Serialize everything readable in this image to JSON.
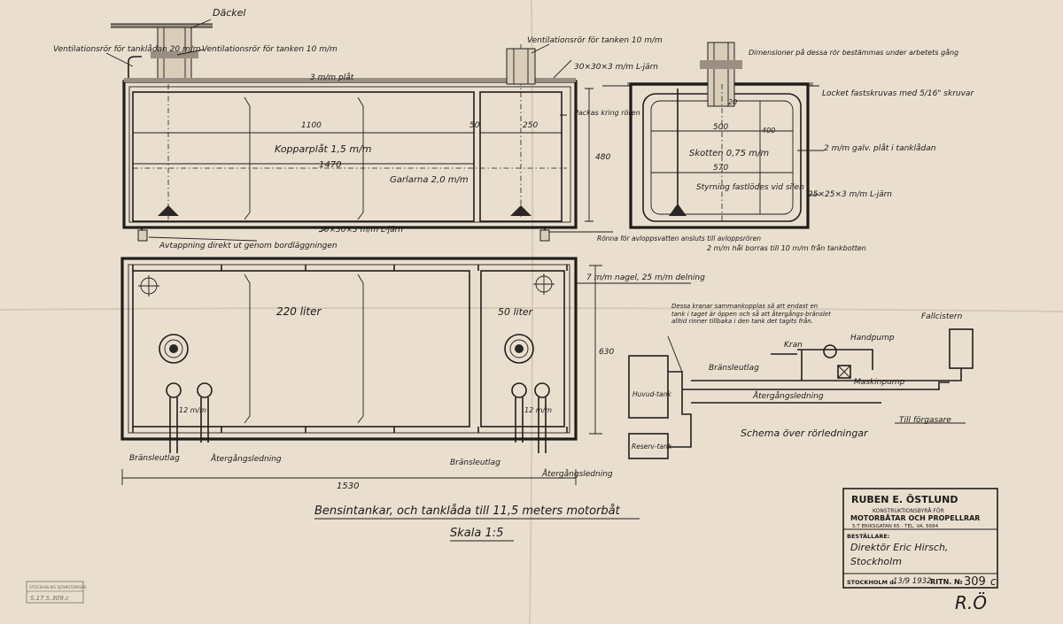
{
  "labels": {
    "deckel": "Däckel",
    "vent_lada": "Ventilationsrör för tanklådan 20 m/m",
    "vent_tank_left": "Ventilationsrör för tanken 10 m/m",
    "vent_tank_right": "Ventilationsrör för tanken 10 m/m",
    "plat3": "3 m/m plåt",
    "ljarn_top": "30×30×3 m/m L-järn",
    "packas": "Packas kring rören",
    "dim1100": "1100",
    "dim50": "50",
    "dim250": "250",
    "koppar": "Kopparplåt 1,5 m/m",
    "dim1470": "1470",
    "garlarna": "Garlarna 2,0 m/m",
    "dim480": "480",
    "ljarn_bottom": "30×30×3 m/m L-järn",
    "avtappning": "Avtappning direkt ut genom bordläggningen",
    "ronna": "Rönna för avloppsvatten ansluts till avloppsrören",
    "dimensioner": "Dimensioner på dessa rör bestämmas under arbetets gång",
    "locket": "Locket fastskruvas med 5/16\" skruvar",
    "dim500": "500",
    "dim20": "20",
    "dim400": "400",
    "skotten": "Skotten 0,75 m/m",
    "dim570": "570",
    "galv": "2 m/m galv. plåt i tanklådan",
    "ljarn_side": "25×25×3 m/m L-järn",
    "styrning": "Styrning fastlödes vid silen",
    "hal": "2 m/m hål borras till 10 m/m från tankbotten",
    "nagel": "7 m/m nagel, 25 m/m delning",
    "liter220": "220 liter",
    "liter50": "50 liter",
    "dim630": "630",
    "mm12a": "12 m/m",
    "mm12b": "12 m/m",
    "bransleutlag_l": "Bränsleutlag",
    "atergang_l": "Återgångsledning",
    "bransleutlag_r": "Bränsleutlag",
    "atergang_r": "Återgångsledning",
    "dim1530": "1530",
    "schema_note": "Dessa kranar sammankopplas så att endast en tank i taget är öppen och så att återgångs-bränslet alltid rinner tillbaka i den tank det tagits från.",
    "fallcistern": "Fallcistern",
    "kran": "Kran",
    "handpump": "Handpump",
    "bransleutlag_s": "Bränsleutlag",
    "maskinpump": "Maskinpump",
    "huvudtank": "Huvud-tank",
    "atergang_s": "Återgångsledning",
    "reservtank": "Reserv-tank",
    "forgasare": "Till förgasare",
    "schema_title": "Schema över rörledningar",
    "main_title": "Bensintankar, och tanklåda till 11,5 meters motorbåt",
    "skala": "Skala 1:5"
  },
  "title_block": {
    "firm": "RUBEN E. ÖSTLUND",
    "line1": "KONSTRUKTIONSBYRÅ FÖR",
    "line2": "MOTORBÅTAR OCH PROPELLRAR",
    "address": "S:T ERIKSGATAN 65 - TEL. VA. 5684",
    "bestallare_label": "BESTÄLLARE:",
    "client1": "Direktör Eric Hirsch,",
    "client2": "Stockholm",
    "city_date_label": "STOCKHOLM d.",
    "date": "13/9 1932",
    "ritn_label": "RITN. №",
    "number": "309",
    "suffix": "c",
    "initials": "R.Ö"
  },
  "stamp": {
    "line1": "STOCKHOLMS SJÖHISTORISKA",
    "line2": "S.17.S.309.c"
  }
}
